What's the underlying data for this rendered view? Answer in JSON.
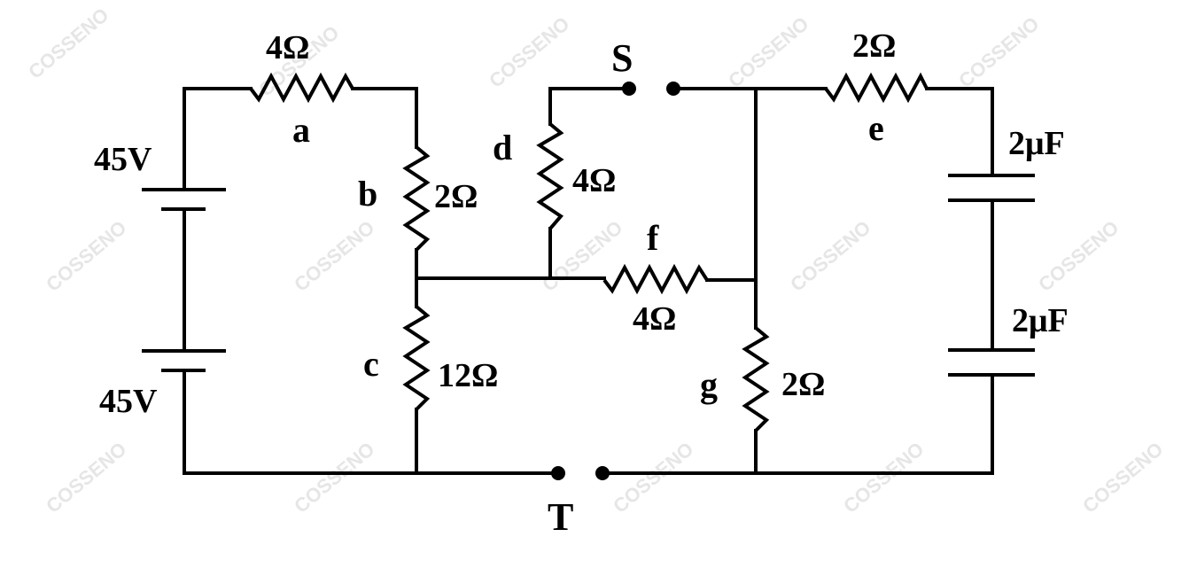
{
  "watermark": "COSSENO",
  "terminals": {
    "S": "S",
    "T": "T"
  },
  "batteries": {
    "top": "45V",
    "bottom": "45V"
  },
  "resistors": {
    "a": {
      "name": "a",
      "value": "4Ω"
    },
    "b": {
      "name": "b",
      "value": "2Ω"
    },
    "c": {
      "name": "c",
      "value": "12Ω"
    },
    "d": {
      "name": "d",
      "value": "4Ω"
    },
    "e": {
      "name": "e",
      "value": "2Ω"
    },
    "f": {
      "name": "f",
      "value": "4Ω"
    },
    "g": {
      "name": "g",
      "value": "2Ω"
    }
  },
  "capacitors": {
    "top": "2μF",
    "bottom": "2μF"
  }
}
